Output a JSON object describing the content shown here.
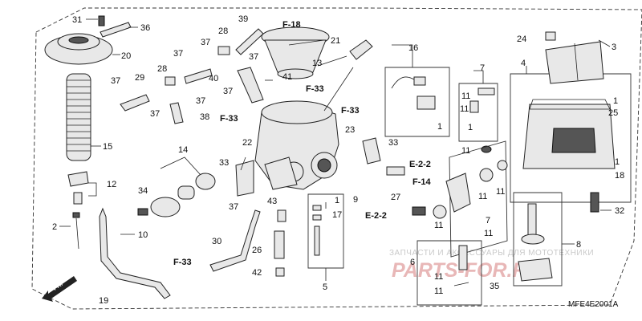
{
  "diagram": {
    "code": "MFE4E2001A",
    "front_marker": "FR.",
    "callouts": [
      "31",
      "36",
      "20",
      "15",
      "12",
      "2",
      "10",
      "19",
      "34",
      "14",
      "37",
      "29",
      "37",
      "37",
      "28",
      "37",
      "28",
      "39",
      "37",
      "38",
      "40",
      "37",
      "F-33",
      "F-18",
      "21",
      "13",
      "41",
      "37",
      "33",
      "F-33",
      "F-33",
      "22",
      "33",
      "37",
      "30",
      "F-33",
      "43",
      "26",
      "42",
      "1",
      "17",
      "5",
      "23",
      "9",
      "27",
      "E-2-2",
      "E-2-2",
      "F-14",
      "16",
      "1",
      "7",
      "11",
      "11",
      "1",
      "11",
      "4",
      "24",
      "3",
      "1",
      "25",
      "1",
      "18",
      "32",
      "11",
      "11",
      "11",
      "7",
      "11",
      "6",
      "11",
      "11",
      "8",
      "35"
    ],
    "watermark_top": "ЗАПЧАСТИ И АКСЕССУАРЫ ДЛЯ МОТОТЕХНИКИ",
    "watermark_brand": "PARTS-FOR.RU"
  }
}
